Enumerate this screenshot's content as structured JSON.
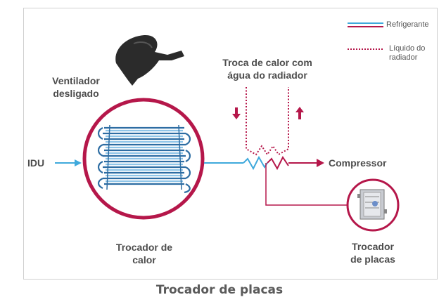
{
  "legend": {
    "refrigerant": "Refrigerante",
    "radiator_liquid": "Líquido do radiador"
  },
  "labels": {
    "fan_off": [
      "Ventilador",
      "desligado"
    ],
    "heat_exchange": [
      "Troca de calor com",
      "água do radiador"
    ],
    "idu": "IDU",
    "compressor": "Compressor",
    "heat_exchanger": [
      "Trocador de",
      "calor"
    ],
    "plate_exchanger": [
      "Trocador",
      "de placas"
    ]
  },
  "caption": "Trocador de placas",
  "colors": {
    "refrigerant": "#3fa9dc",
    "radiator": "#b5174a",
    "text": "#4d4d4d"
  }
}
